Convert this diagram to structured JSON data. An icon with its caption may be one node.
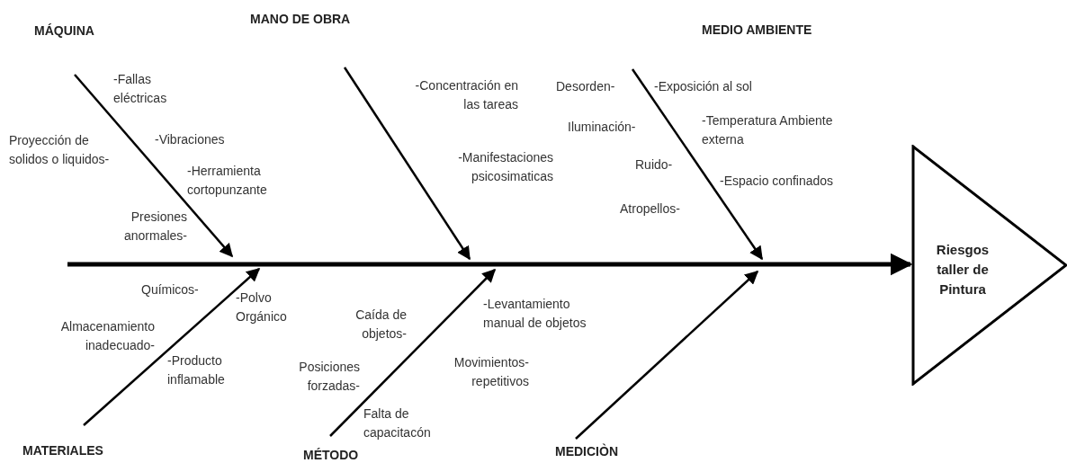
{
  "diagram": {
    "nodes": [
      {
        "text": [
          "MÁQUINA"
        ]
      },
      {
        "text": [
          "MANO DE OBRA"
        ]
      },
      {
        "text": [
          "MEDIO AMBIENTE"
        ]
      },
      {
        "text": [
          "MATERIALES"
        ]
      },
      {
        "text": [
          "MÉTODO"
        ]
      },
      {
        "text": [
          "MEDICIÒN"
        ]
      },
      {
        "text": [
          "Riesgos taller de Pintura"
        ]
      }
    ],
    "edges": [
      {
        "from": 0,
        "to": null,
        "arrow": "to"
      },
      {
        "from": 1,
        "to": null,
        "arrow": "to"
      },
      {
        "from": 2,
        "to": null,
        "arrow": "to"
      },
      {
        "from": 3,
        "to": null,
        "arrow": "to"
      },
      {
        "from": 4,
        "to": null,
        "arrow": "to"
      },
      {
        "from": 5,
        "to": null,
        "arrow": "to"
      },
      {
        "from": null,
        "to": 6,
        "arrow": "to",
        "style": "thick"
      }
    ],
    "labels": [
      "-Fallas eléctricas",
      "Proyección de solidos o liquidos-",
      "-Vibraciones",
      "-Herramienta cortopunzante",
      "Presiones anormales-",
      "-Concentración en las tareas",
      "-Manifestaciones psicosimaticas",
      "Desorden-",
      "-Exposición al sol",
      "Iluminación-",
      "-Temperatura Ambiente externa",
      "Ruido-",
      "-Espacio confinados",
      "Atropellos-",
      "Químicos-",
      "-Polvo Orgánico",
      "Almacenamiento inadecuado-",
      "-Producto inflamable",
      "Caída de objetos-",
      "Posiciones forzadas-",
      "Falta de capacitacón",
      "-Levantamiento manual de objetos",
      "Movimientos- repetitivos"
    ]
  }
}
